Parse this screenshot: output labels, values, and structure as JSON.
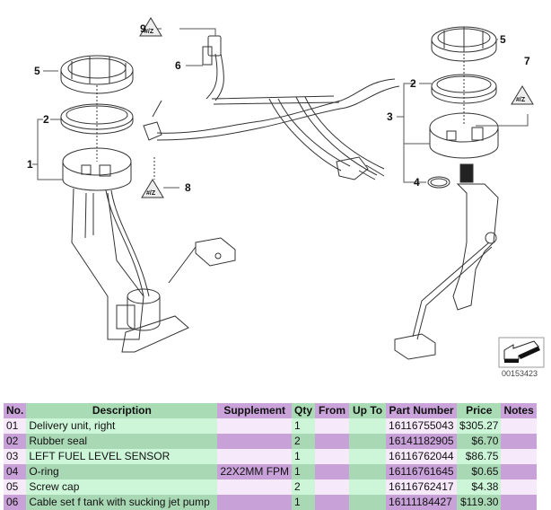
{
  "diagram": {
    "callouts": [
      "1",
      "2",
      "3",
      "4",
      "5",
      "6",
      "7",
      "8",
      "9",
      "2",
      "5"
    ],
    "callout_labels": {
      "c1": "1",
      "c2_left": "2",
      "c5_left": "5",
      "c6": "6",
      "c8": "8",
      "c9": "9",
      "c2_right": "2",
      "c3": "3",
      "c4": "4",
      "c5_right": "5",
      "c7": "7"
    },
    "image_id": "00153423",
    "warning_symbol_text": "#/Z"
  },
  "table": {
    "headers": [
      "No.",
      "Description",
      "Supplement",
      "Qty",
      "From",
      "Up To",
      "Part Number",
      "Price",
      "Notes"
    ],
    "rows": [
      {
        "no": "01",
        "description": "Delivery unit, right",
        "supplement": "",
        "qty": "1",
        "from": "",
        "upto": "",
        "part_number": "16116755043",
        "price": "$305.27",
        "notes": ""
      },
      {
        "no": "02",
        "description": "Rubber seal",
        "supplement": "",
        "qty": "2",
        "from": "",
        "upto": "",
        "part_number": "16141182905",
        "price": "$6.70",
        "notes": ""
      },
      {
        "no": "03",
        "description": "LEFT FUEL LEVEL SENSOR",
        "supplement": "",
        "qty": "1",
        "from": "",
        "upto": "",
        "part_number": "16116762044",
        "price": "$86.75",
        "notes": ""
      },
      {
        "no": "04",
        "description": "O-ring",
        "supplement": "22X2MM FPM",
        "qty": "1",
        "from": "",
        "upto": "",
        "part_number": "16116761645",
        "price": "$0.65",
        "notes": ""
      },
      {
        "no": "05",
        "description": "Screw cap",
        "supplement": "",
        "qty": "2",
        "from": "",
        "upto": "",
        "part_number": "16116762417",
        "price": "$4.38",
        "notes": ""
      },
      {
        "no": "06",
        "description": "Cable set f tank with sucking jet pump",
        "supplement": "",
        "qty": "1",
        "from": "",
        "upto": "",
        "part_number": "16111184427",
        "price": "$119.30",
        "notes": ""
      }
    ]
  },
  "colors": {
    "header_purple": "#c9a3d9",
    "header_green": "#a9dcb5",
    "light_purple": "#f6e9f9",
    "light_green": "#cdf6d9",
    "dark_purple": "#c9a1d9",
    "dark_green": "#a9d8b5"
  }
}
